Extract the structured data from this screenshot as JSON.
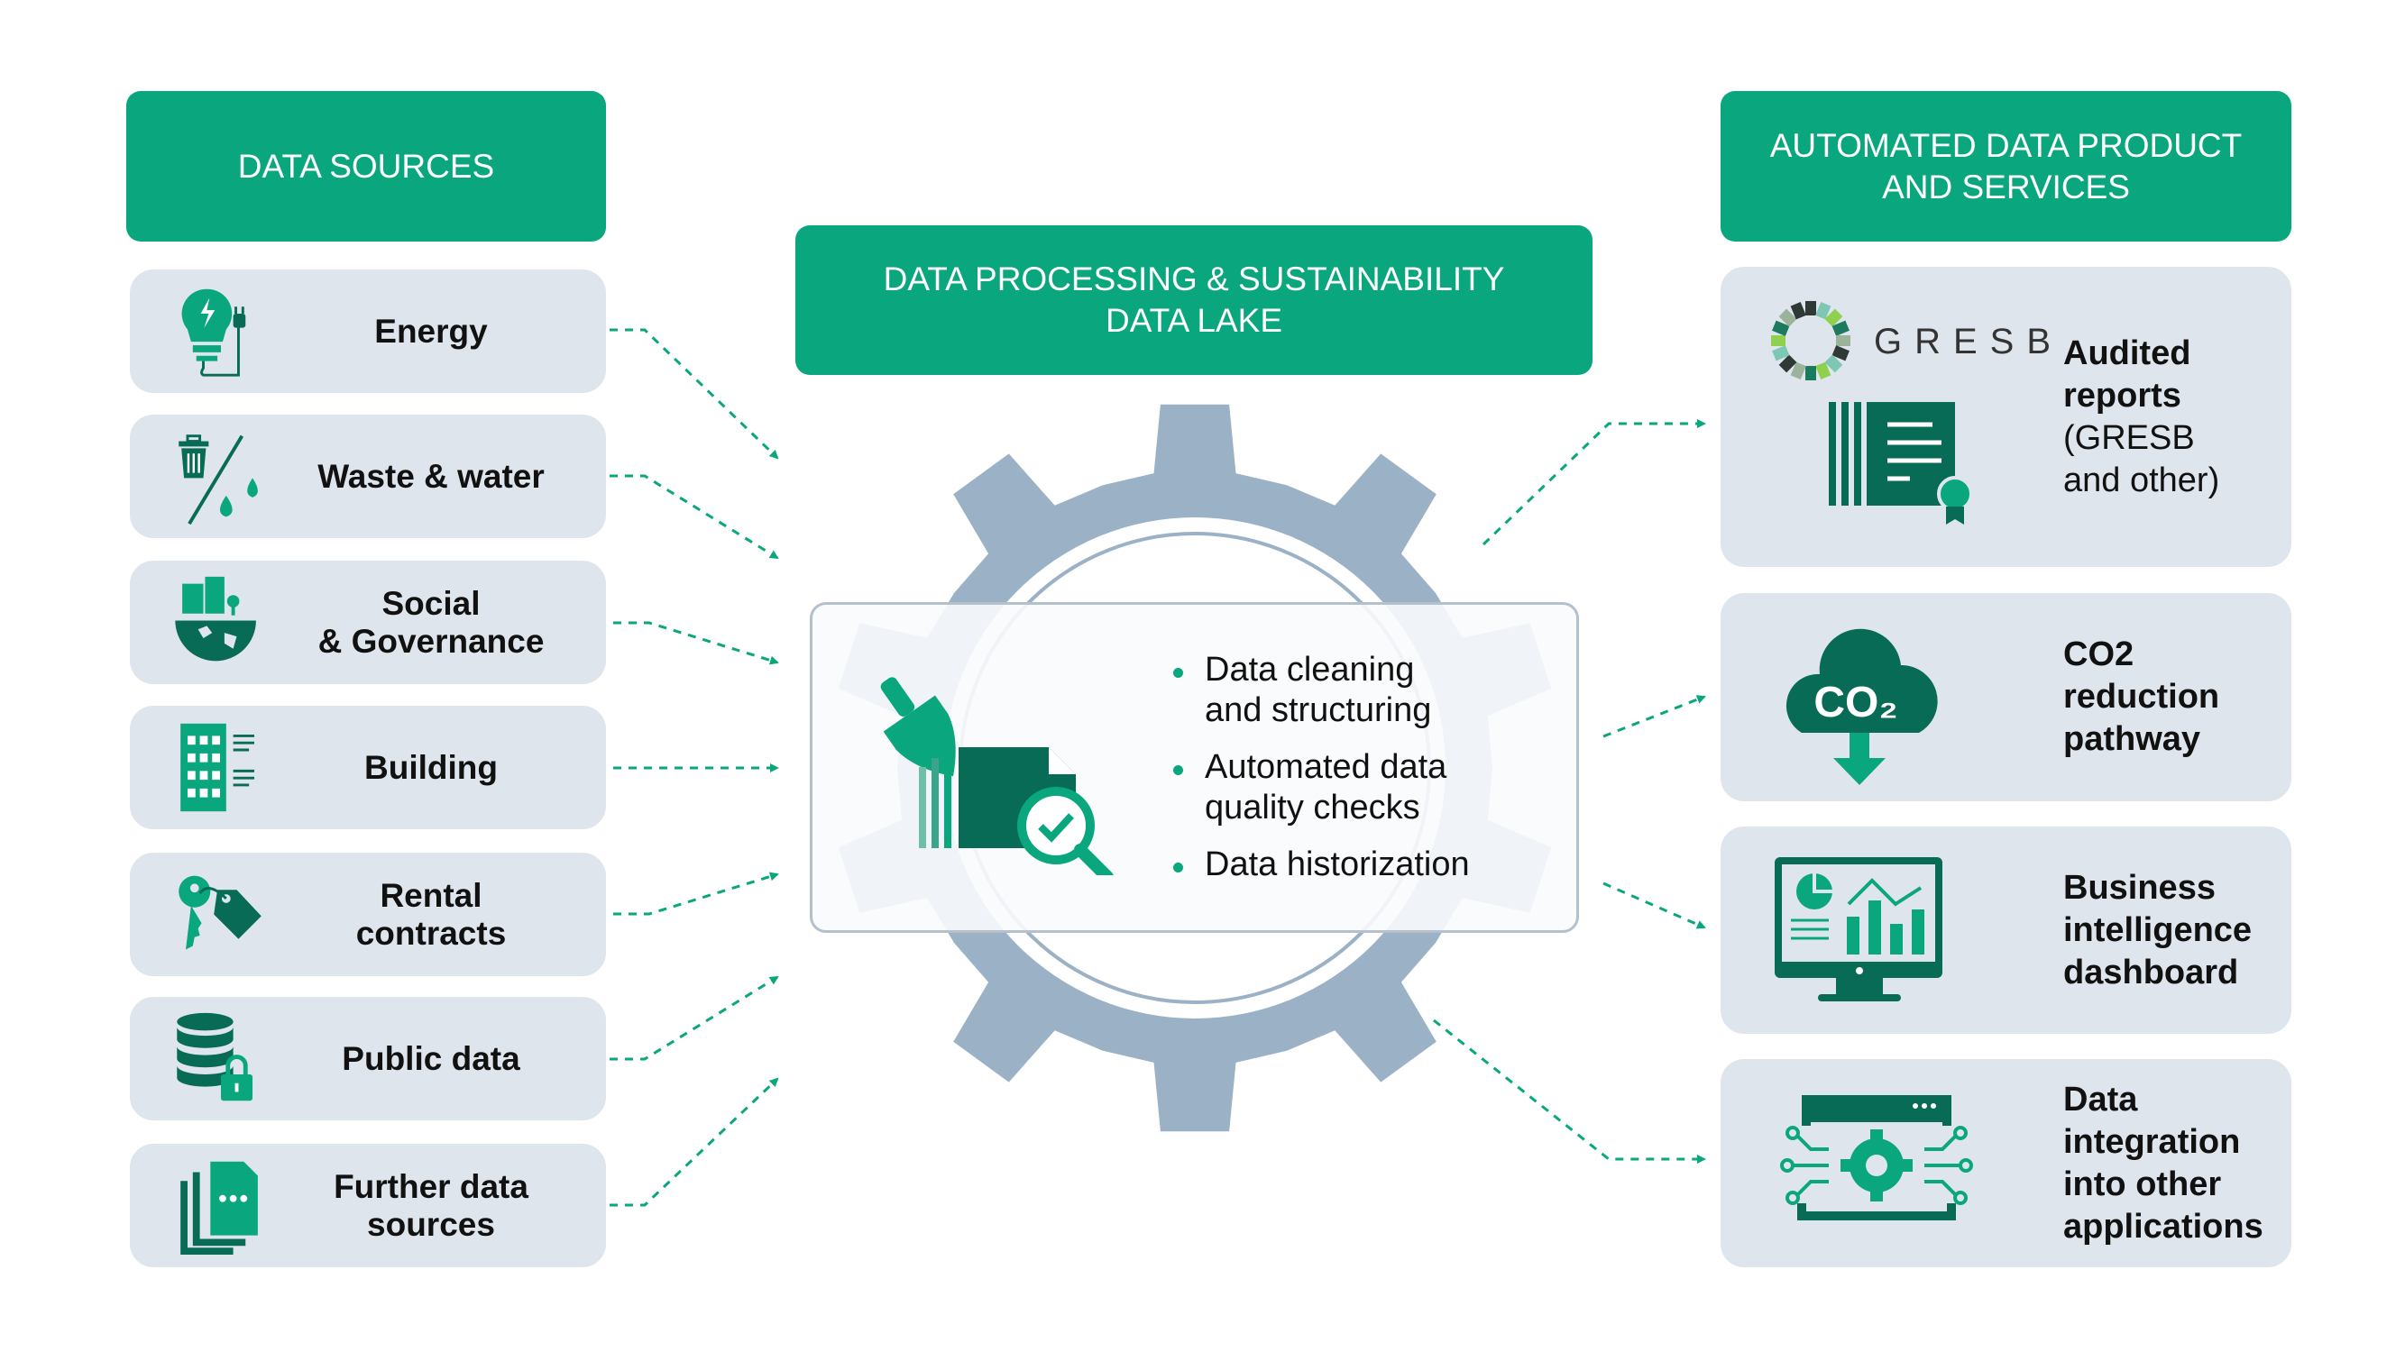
{
  "colors": {
    "accent": "#0aa67e",
    "dark_green": "#076b55",
    "card_bg": "#dfe5ec",
    "gear": "#9bb1c5"
  },
  "headers": {
    "sources": "DATA SOURCES",
    "processing_line1": "DATA PROCESSING & SUSTAINABILITY",
    "processing_line2": "DATA LAKE",
    "products_line1": "AUTOMATED DATA PRODUCT",
    "products_line2": "AND SERVICES"
  },
  "sources": [
    {
      "l1": "Energy",
      "l2": "",
      "icon": "lightbulb-plug-icon"
    },
    {
      "l1": "Waste & water",
      "l2": "",
      "icon": "trash-water-icon"
    },
    {
      "l1": "Social",
      "l2": "& Governance",
      "icon": "city-globe-icon"
    },
    {
      "l1": "Building",
      "l2": "",
      "icon": "building-icon"
    },
    {
      "l1": "Rental",
      "l2": "contracts",
      "icon": "key-tag-icon"
    },
    {
      "l1": "Public data",
      "l2": "",
      "icon": "database-lock-icon"
    },
    {
      "l1": "Further data",
      "l2": "sources",
      "icon": "documents-icon"
    }
  ],
  "processing": {
    "bullets": [
      "Data cleaning and structuring",
      "Automated data quality checks",
      "Data historization"
    ],
    "icon": "cleaning-document-search-icon"
  },
  "products": [
    {
      "bold": [
        "Audited",
        "reports"
      ],
      "normal": [
        "(GRESB",
        "and other)"
      ],
      "icon": "certificate-icon",
      "logo": "GRESB"
    },
    {
      "bold": [
        "CO2",
        "reduction",
        "pathway"
      ],
      "normal": [],
      "icon": "co2-cloud-icon",
      "icon_text": "CO₂"
    },
    {
      "bold": [
        "Business",
        "intelligence",
        "dashboard"
      ],
      "normal": [],
      "icon": "dashboard-monitor-icon"
    },
    {
      "bold": [
        "Data",
        "integration",
        "into other",
        "applications"
      ],
      "normal": [],
      "icon": "integration-gear-icon"
    }
  ]
}
